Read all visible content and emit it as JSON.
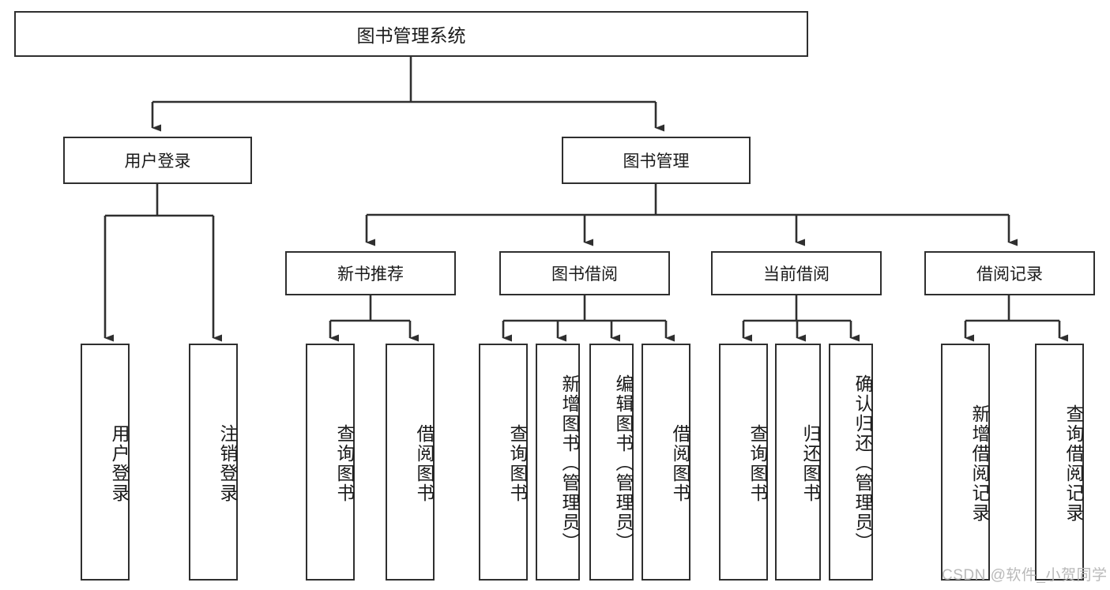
{
  "diagram": {
    "title": "图书管理系统",
    "watermark": "CSDN @软件_小贺同学",
    "colors": {
      "box_border": "#2f2f2f",
      "box_fill": "#ffffff",
      "connector": "#2f2f2f",
      "text": "#1a1a1a",
      "watermark": "#b9b9b9"
    },
    "root": {
      "label": "图书管理系统"
    },
    "level2": [
      {
        "label": "用户登录"
      },
      {
        "label": "图书管理"
      }
    ],
    "level3": [
      {
        "label": "新书推荐"
      },
      {
        "label": "图书借阅"
      },
      {
        "label": "当前借阅"
      },
      {
        "label": "借阅记录"
      }
    ],
    "leaves": {
      "user_login": [
        {
          "label": "用户登录"
        },
        {
          "label": "注销登录"
        }
      ],
      "new_book_recommend": [
        {
          "label": "查询图书"
        },
        {
          "label": "借阅图书"
        }
      ],
      "book_borrow": [
        {
          "label": "查询图书"
        },
        {
          "label": "新增图书（管理员）"
        },
        {
          "label": "编辑图书（管理员）"
        },
        {
          "label": "借阅图书"
        }
      ],
      "current_borrow": [
        {
          "label": "查询图书"
        },
        {
          "label": "归还图书"
        },
        {
          "label": "确认归还（管理员）"
        }
      ],
      "borrow_record": [
        {
          "label": "新增借阅记录"
        },
        {
          "label": "查询借阅记录"
        }
      ]
    }
  }
}
